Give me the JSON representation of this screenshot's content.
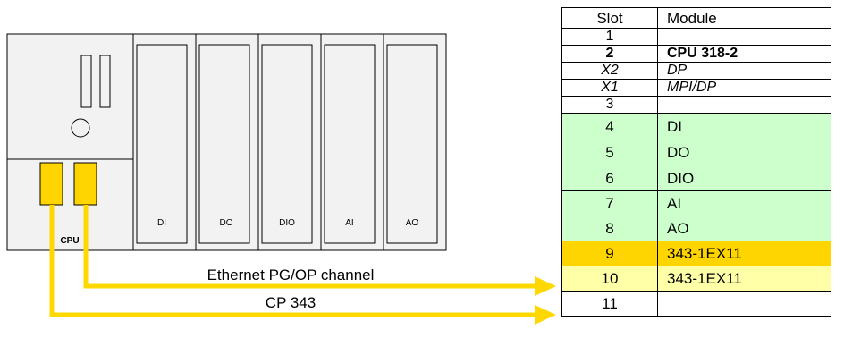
{
  "colors": {
    "io_green": "#ccffcc",
    "channel_yellow": "#ffd500",
    "cp_light_yellow": "#ffffa8",
    "line_yellow": "#ffd800"
  },
  "cpu": {
    "label": "CPU"
  },
  "modules": [
    {
      "label": "DI"
    },
    {
      "label": "DO"
    },
    {
      "label": "DIO"
    },
    {
      "label": "AI"
    },
    {
      "label": "AO"
    }
  ],
  "connections": [
    {
      "label": "Ethernet PG/OP channel"
    },
    {
      "label": "CP 343"
    }
  ],
  "table": {
    "headers": {
      "slot": "Slot",
      "module": "Module"
    },
    "rows": [
      {
        "slot": "1",
        "module": ""
      },
      {
        "slot": "2",
        "module": "CPU 318-2"
      },
      {
        "slot": "X2",
        "module": "DP"
      },
      {
        "slot": "X1",
        "module": "MPI/DP"
      },
      {
        "slot": "3",
        "module": ""
      },
      {
        "slot": "4",
        "module": "DI"
      },
      {
        "slot": "5",
        "module": "DO"
      },
      {
        "slot": "6",
        "module": "DIO"
      },
      {
        "slot": "7",
        "module": "AI"
      },
      {
        "slot": "8",
        "module": "AO"
      },
      {
        "slot": "9",
        "module": "343-1EX11"
      },
      {
        "slot": "10",
        "module": "343-1EX11"
      },
      {
        "slot": "11",
        "module": ""
      }
    ]
  }
}
